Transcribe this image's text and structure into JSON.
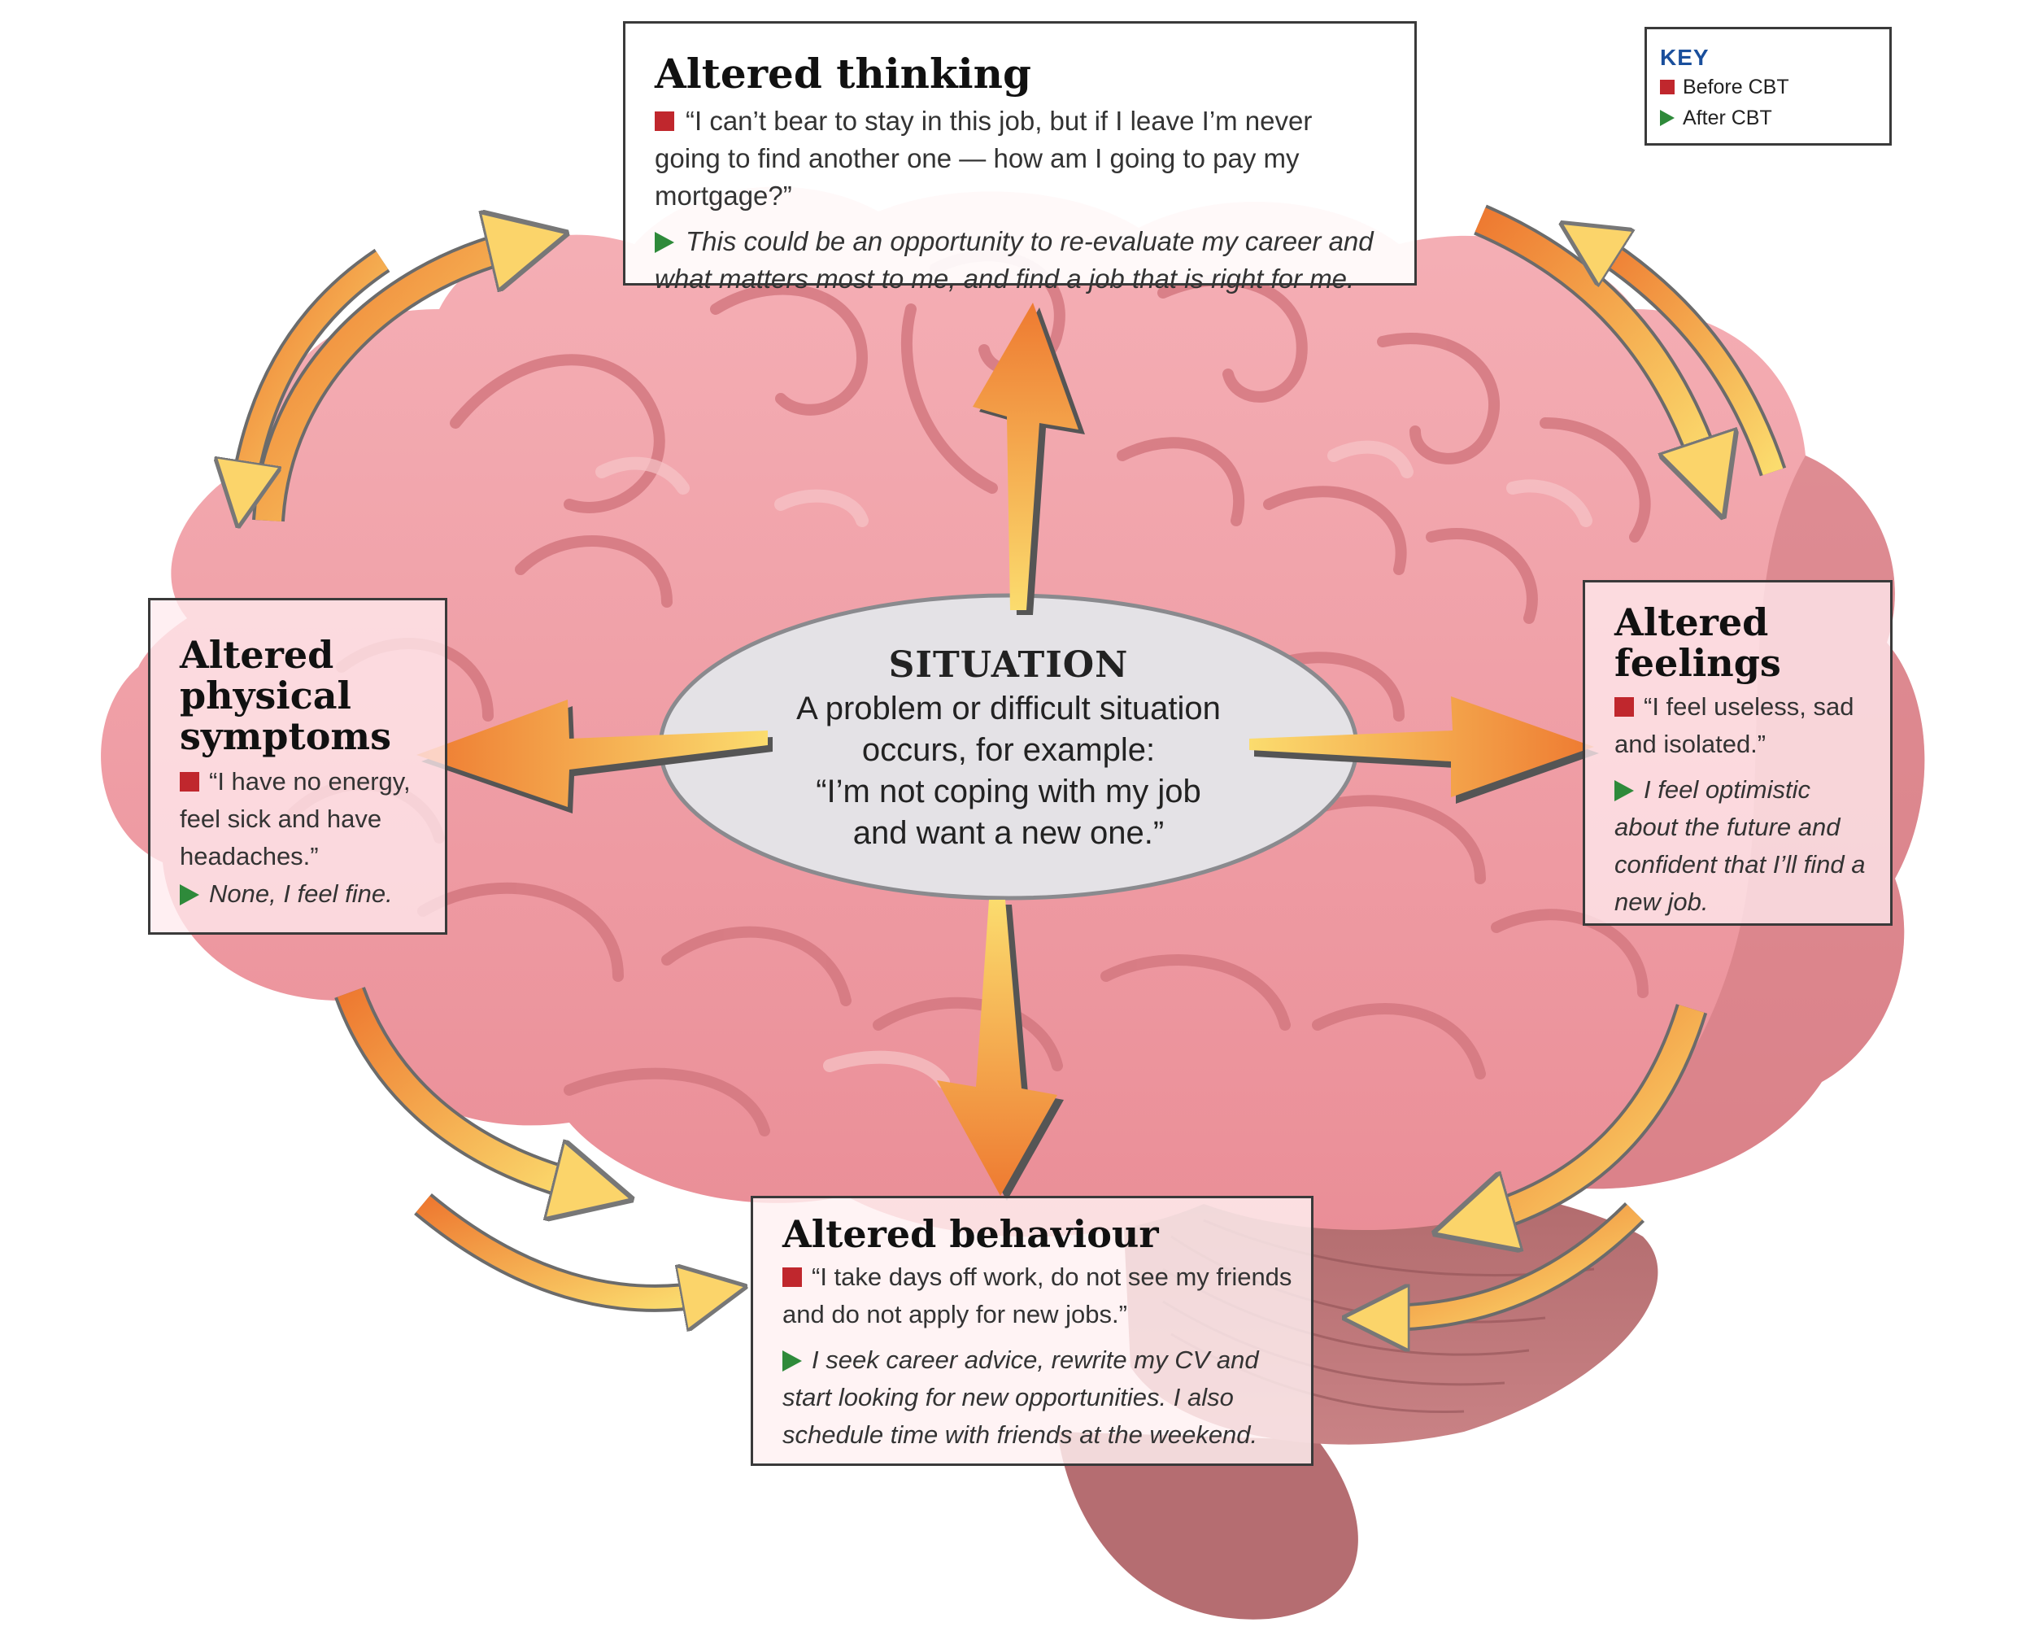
{
  "key": {
    "title": "KEY",
    "before_label": "Before CBT",
    "after_label": "After CBT",
    "before_color": "#c0272d",
    "after_color": "#2e8a3a"
  },
  "situation": {
    "title": "SITUATION",
    "lines": [
      "A problem or difficult situation",
      "occurs, for example:",
      "“I’m not coping with my job",
      "and want a new one.”"
    ]
  },
  "thinking": {
    "title": "Altered thinking",
    "before": "“I can’t bear to stay in this job, but if I leave I’m never going to find another one — how am I going to pay my mortgage?”",
    "after": "This could be an opportunity to re-evaluate my career and what matters most to me, and find a job that is right for me."
  },
  "physical": {
    "title_lines": [
      "Altered",
      "physical",
      "symptoms"
    ],
    "before": "“I have no energy, feel sick and have headaches.”",
    "after": "None, I feel fine."
  },
  "feelings": {
    "title_lines": [
      "Altered",
      "feelings"
    ],
    "before": "“I feel useless, sad and isolated.”",
    "after": "I feel optimistic about the future and confident that I’ll find a new job."
  },
  "behaviour": {
    "title": "Altered behaviour",
    "before": "“I take days off work, do not see my friends and do not apply for new jobs.”",
    "after": "I seek career advice, rewrite my CV and start looking for new opportunities. I also schedule time with friends at the weekend."
  },
  "colors": {
    "brain": "#ef9ea6",
    "brain_dark": "#b86a6f",
    "arrow_light": "#fbd86a",
    "arrow_dark": "#ef7d32"
  }
}
